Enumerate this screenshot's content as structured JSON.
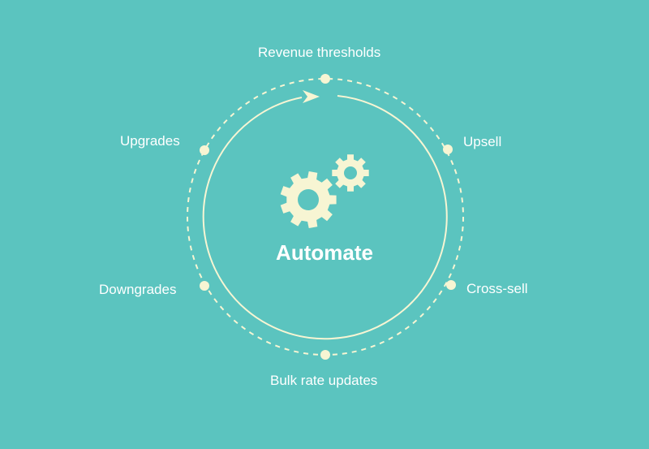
{
  "title": "Automate",
  "stages": [
    {
      "label": "Revenue thresholds"
    },
    {
      "label": "Upsell"
    },
    {
      "label": "Cross-sell"
    },
    {
      "label": "Bulk rate updates"
    },
    {
      "label": "Downgrades"
    },
    {
      "label": "Upgrades"
    }
  ],
  "colors": {
    "background": "#5bc4bf",
    "cream": "#f7f5d3",
    "text": "#ffffff"
  },
  "icons": [
    "gears-icon",
    "cycle-arrow-icon"
  ]
}
